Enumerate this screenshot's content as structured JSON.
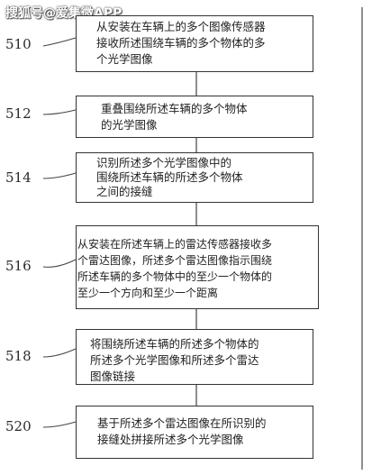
{
  "watermark": "搜狐号@爱集微APP",
  "steps": [
    {
      "label": "510",
      "lines": [
        "从安装在车辆上的多个图像传感器",
        "接收所述围绕车辆的多个物体的多",
        "个光学图像"
      ]
    },
    {
      "label": "512",
      "lines": [
        "重叠围绕所述车辆的多个物体",
        "的光学图像"
      ]
    },
    {
      "label": "514",
      "lines": [
        "识别所述多个光学图像中的",
        "围绕所述车辆的所述多个物体",
        "之间的接缝"
      ]
    },
    {
      "label": "516",
      "lines": [
        "从安装在所述车辆上的雷达传感器接收多",
        "个雷达图像，所述多个雷达图像指示围绕",
        "所述车辆的多个物体中的至少一个物体的",
        "至少一个方向和至少一个距离"
      ]
    },
    {
      "label": "518",
      "lines": [
        "将围绕所述车辆的所述多个物体的",
        "所述多个光学图像和所述多个雷达",
        "图像链接"
      ]
    },
    {
      "label": "520",
      "lines": [
        "基于所述多个雷达图像在所识别的",
        "接缝处拼接所述多个光学图像"
      ]
    }
  ]
}
